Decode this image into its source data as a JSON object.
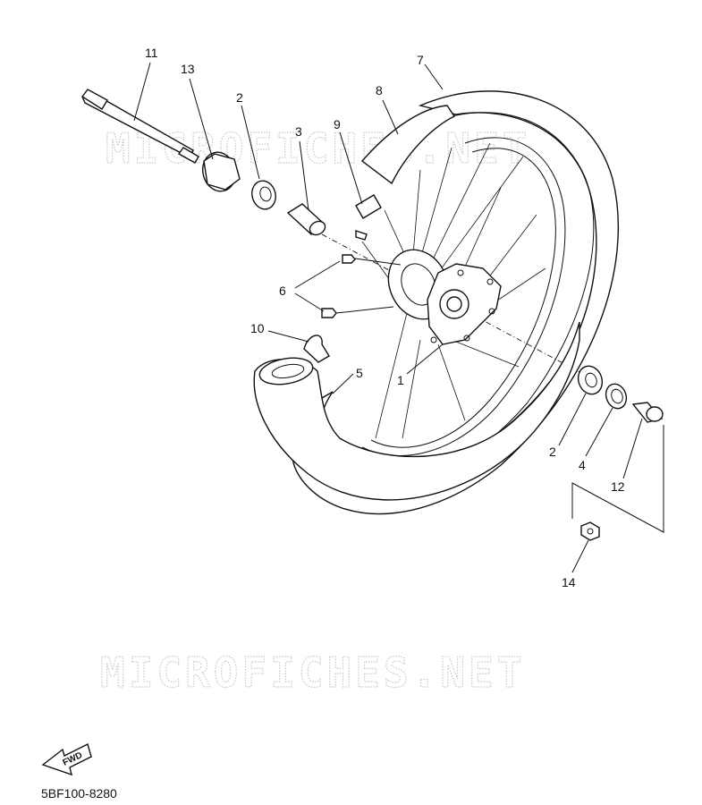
{
  "watermark": "MICROFICHES.NET",
  "diagram_code": "5BF100-8280",
  "fwd_label": "FWD",
  "callouts": {
    "c1": "1",
    "c2a": "2",
    "c2b": "2",
    "c3": "3",
    "c4": "4",
    "c5": "5",
    "c6": "6",
    "c7": "7",
    "c8": "8",
    "c9": "9",
    "c10": "10",
    "c11": "11",
    "c12": "12",
    "c13": "13",
    "c14": "14"
  }
}
